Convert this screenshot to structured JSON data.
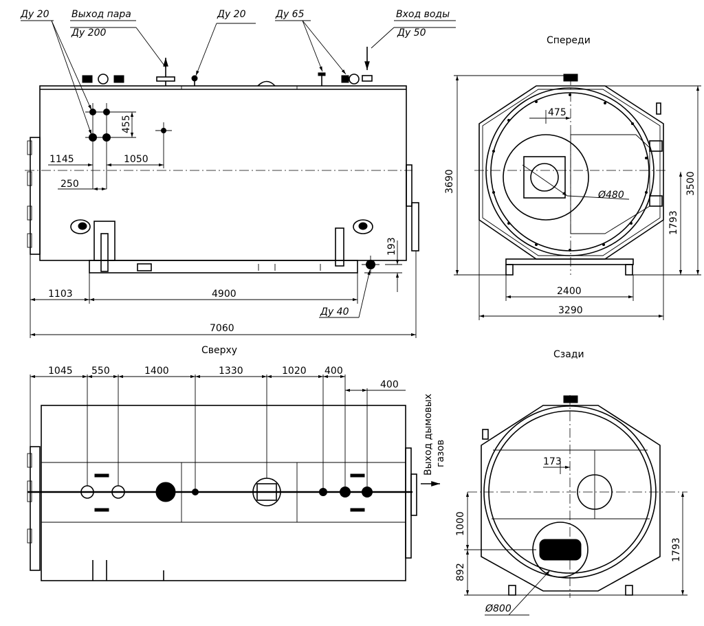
{
  "views": {
    "front": "Спереди",
    "top": "Сверху",
    "rear": "Сзади"
  },
  "side_view": {
    "du20": "Ду 20",
    "steam_outlet": "Выход пара",
    "du200": "Ду 200",
    "du20_b": "Ду 20",
    "du65": "Ду 65",
    "water_inlet": "Вход воды",
    "du50": "Ду 50",
    "d455": "455",
    "d1145": "1145",
    "d1050": "1050",
    "d250": "250",
    "d193": "193",
    "d1103": "1103",
    "d4900": "4900",
    "du40": "Ду 40",
    "d7060": "7060"
  },
  "front_view": {
    "d475": "475",
    "d3690": "3690",
    "d3500": "3500",
    "d1793": "1793",
    "phi480": "Ø480",
    "d2400": "2400",
    "d3290": "3290"
  },
  "top_view": {
    "d1045": "1045",
    "d550": "550",
    "d1400": "1400",
    "d1330": "1330",
    "d1020": "1020",
    "d400a": "400",
    "d400b": "400",
    "flue_line1": "Выход дымовых",
    "flue_line2": "газов"
  },
  "rear_view": {
    "d173": "173",
    "d1000": "1000",
    "d892": "892",
    "d1793": "1793",
    "phi800": "Ø800"
  }
}
